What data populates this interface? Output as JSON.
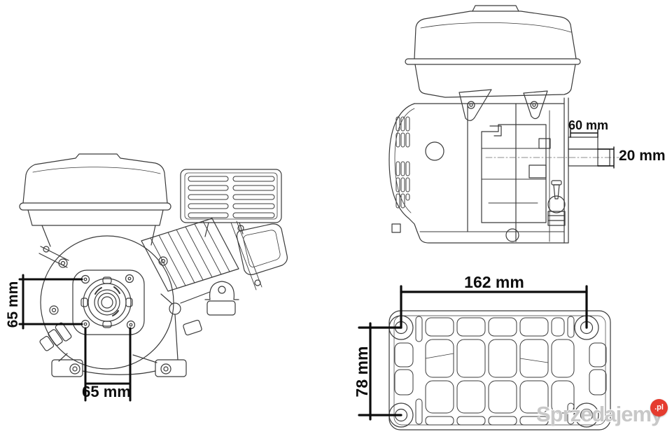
{
  "drawing": {
    "front_view": {
      "dim_bolt_spacing_vertical": "65 mm",
      "dim_bolt_spacing_horizontal": "65 mm"
    },
    "side_view": {
      "dim_shaft_length": "60 mm",
      "dim_shaft_diameter": "20 mm"
    },
    "base_view": {
      "dim_mount_hole_spacing_width": "162 mm",
      "dim_mount_hole_spacing_depth": "78 mm"
    },
    "colors": {
      "background": "#ffffff",
      "line": "#3a3a3a",
      "dimension_line": "#0d0d0d",
      "label_text": "#0d0d0d"
    }
  },
  "watermark": {
    "text": "Sprzedajemy",
    "badge_text": ".pl",
    "badge_color": "#e53c2f",
    "badge_text_color": "#ffffff",
    "text_color": "#c8c8c8"
  }
}
